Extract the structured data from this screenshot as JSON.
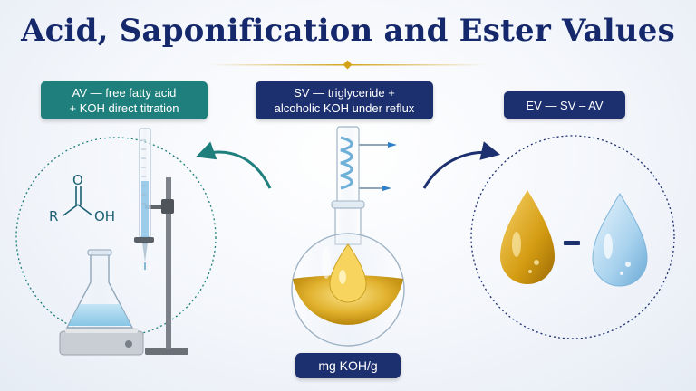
{
  "title": "Acid, Saponification and Ester Values",
  "av_badge": {
    "line1": "AV — free fatty acid",
    "line2": "+ KOH direct titration"
  },
  "sv_badge": {
    "line1": "SV — triglyceride +",
    "line2": "alcoholic KOH under reflux"
  },
  "ev_badge": {
    "label": "EV — SV – AV"
  },
  "unit_badge": {
    "label": "mg KOH/g"
  },
  "molecule": {
    "o_label": "O",
    "r_label": "R",
    "oh_label": "OH"
  },
  "colors": {
    "navy": "#1c2f6e",
    "teal": "#1e7f7c",
    "gold": "#d4a21a",
    "water_blue": "#8cc4e6"
  },
  "icons": [
    "burette-icon",
    "erlenmeyer-flask-icon",
    "round-bottom-flask-icon",
    "reflux-condenser-icon",
    "oil-drop-icon",
    "water-drop-icon",
    "minus-icon",
    "curved-arrow-icon"
  ]
}
